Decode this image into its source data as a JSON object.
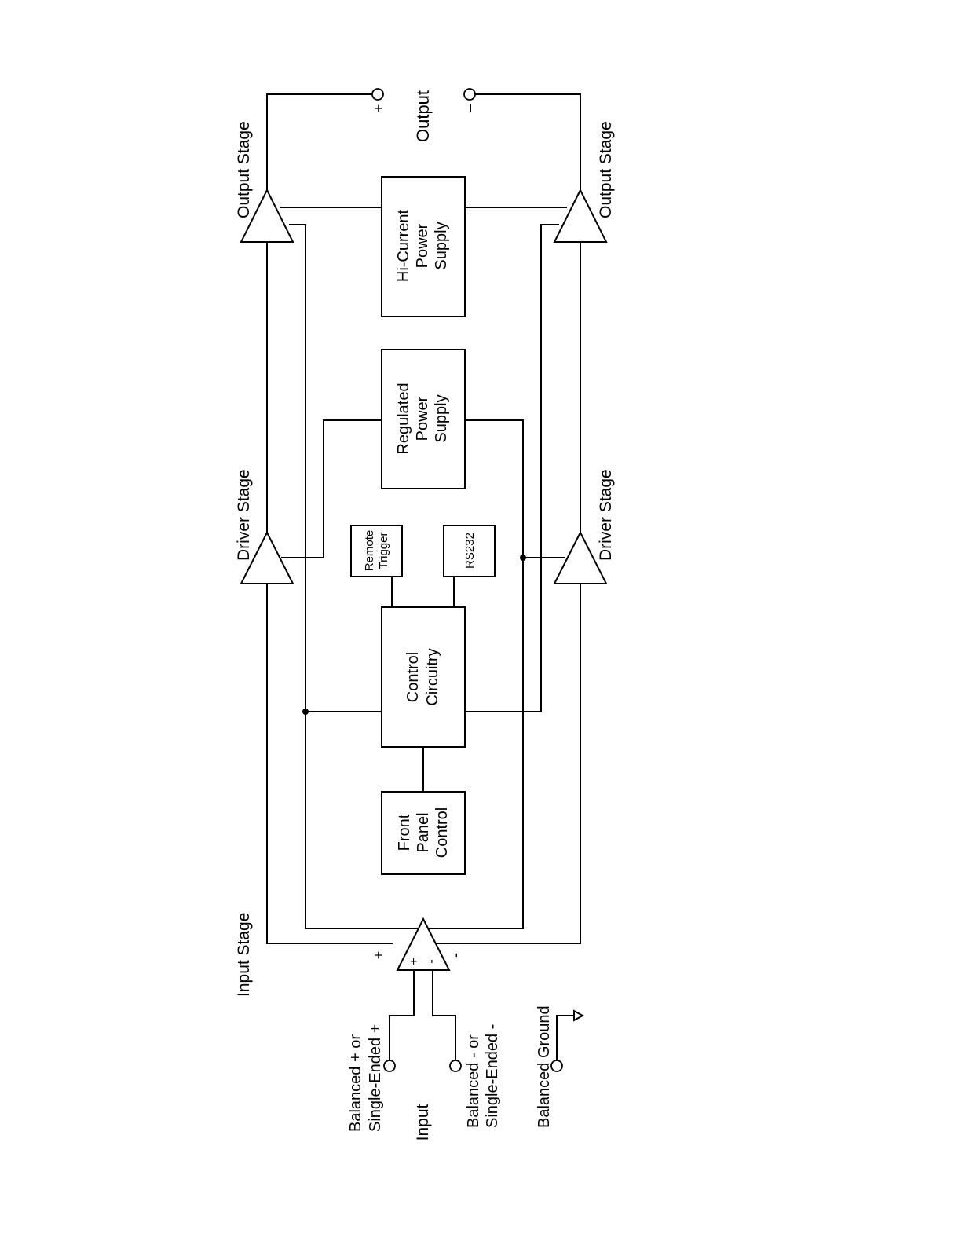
{
  "stages": {
    "input_stage": "Input Stage",
    "driver_stage_top": "Driver Stage",
    "driver_stage_bottom": "Driver Stage",
    "output_stage_top": "Output Stage",
    "output_stage_bottom": "Output Stage"
  },
  "blocks": {
    "front_panel": [
      "Front",
      "Panel",
      "Control"
    ],
    "control": [
      "Control",
      "Circuitry"
    ],
    "regulated_ps": [
      "Regulated",
      "Power",
      "Supply"
    ],
    "hicurrent_ps": [
      "Hi-Current",
      "Power",
      "Supply"
    ],
    "remote_trigger": [
      "Remote",
      "Trigger"
    ],
    "rs232": "RS232"
  },
  "output": {
    "label": "Output",
    "plus": "+",
    "minus": "–"
  },
  "input": {
    "label": "Input",
    "balanced_plus": [
      "Balanced + or",
      "Single-Ended +"
    ],
    "balanced_minus": [
      "Balanced - or",
      "Single-Ended -"
    ],
    "balanced_ground": "Balanced Ground",
    "opamp_plus": "+",
    "opamp_minus": "-",
    "out_plus": "+",
    "out_minus": "-"
  }
}
